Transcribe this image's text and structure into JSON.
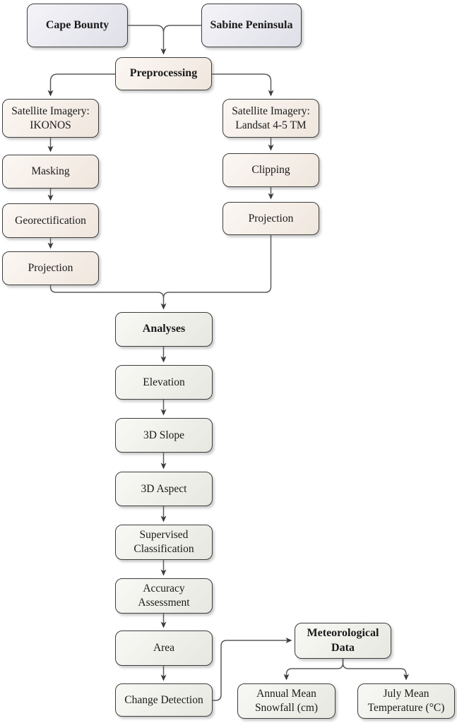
{
  "diagram": {
    "type": "flowchart",
    "nodes": {
      "cape_bounty": "Cape Bounty",
      "sabine_peninsula": "Sabine Peninsula",
      "preprocessing": "Preprocessing",
      "satellite_ikonos": "Satellite Imagery: IKONOS",
      "masking": "Masking",
      "georectification": "Georectification",
      "projection_left": "Projection",
      "satellite_landsat": "Satellite Imagery: Landsat 4-5 TM",
      "clipping": "Clipping",
      "projection_right": "Projection",
      "analyses": "Analyses",
      "elevation": "Elevation",
      "slope_3d": "3D Slope",
      "aspect_3d": "3D Aspect",
      "supervised_classification": "Supervised Classification",
      "accuracy_assessment": "Accuracy Assessment",
      "area": "Area",
      "change_detection": "Change Detection",
      "meteorological_data": "Meteorological Data",
      "annual_snowfall": "Annual Mean Snowfall (cm)",
      "july_temperature": "July Mean Temperature (°C)"
    },
    "edges": [
      "Cape Bounty -> Preprocessing",
      "Sabine Peninsula -> Preprocessing",
      "Preprocessing -> Satellite Imagery: IKONOS",
      "Preprocessing -> Satellite Imagery: Landsat 4-5 TM",
      "Satellite Imagery: IKONOS -> Masking",
      "Masking -> Georectification",
      "Georectification -> Projection",
      "Satellite Imagery: Landsat 4-5 TM -> Clipping",
      "Clipping -> Projection",
      "Projection -> Analyses",
      "Analyses -> Elevation",
      "Elevation -> 3D Slope",
      "3D Slope -> 3D Aspect",
      "3D Aspect -> Supervised Classification",
      "Supervised Classification -> Accuracy Assessment",
      "Accuracy Assessment -> Area",
      "Area -> Change Detection",
      "Change Detection -> Meteorological Data",
      "Meteorological Data -> Annual Mean Snowfall (cm)",
      "Meteorological Data -> July Mean Temperature (°C)"
    ],
    "colors": {
      "study_site_fill": "#e7e7f0",
      "preprocessing_fill": "#f8eee5",
      "analysis_fill": "#f0f0e9",
      "border": "#3d3d3d",
      "connector": "#5a5a5a",
      "arrowhead": "#3a3a3a",
      "background": "#ffffff"
    }
  }
}
